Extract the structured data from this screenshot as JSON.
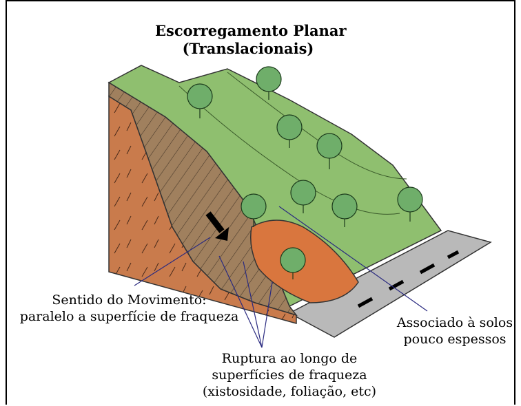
{
  "title": {
    "line1": "Escorregamento Planar",
    "line2": "(Translacionais)"
  },
  "labels": {
    "movement_line1": "Sentido do Movimento:",
    "movement_line2": "paralelo a superfície de fraqueza",
    "soils_line1": "Associado à solos",
    "soils_line2": "pouco espessos",
    "rupture_line1": "Ruptura ao longo de",
    "rupture_line2": "superfícies de fraqueza",
    "rupture_line3": "(xistosidade, foliação, etc)"
  },
  "colors": {
    "grass": "#8fbf6f",
    "soil": "#9a7a5a",
    "rock": "#c8784a",
    "debris": "#d9763e",
    "road": "#b8b8b8",
    "leader": "#2a2a80"
  }
}
